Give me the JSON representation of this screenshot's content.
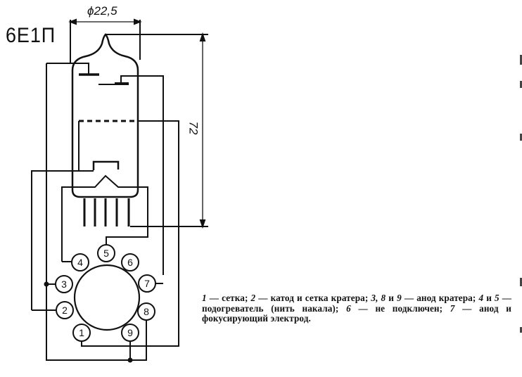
{
  "tube": {
    "name": "6Е1П"
  },
  "dimensions": {
    "diameter": "ϕ22,5",
    "height": "72"
  },
  "pins": [
    "1",
    "2",
    "3",
    "4",
    "5",
    "6",
    "7",
    "8",
    "9"
  ],
  "caption": {
    "p1n": "1",
    "p1": " — сетка; ",
    "p2n": "2",
    "p2": " — катод и сетка кратера; ",
    "p3n": "3, 8",
    "p3a": " и ",
    "p3b": "9",
    "p3": " — анод кратера; ",
    "p4n": "4",
    "p4a": " и ",
    "p5n": "5",
    "p4": " — подогреватель (нить накала); ",
    "p6n": "6",
    "p6": " — не подключен; ",
    "p7n": "7",
    "p7": " — анод и фокусирующий электрод."
  }
}
